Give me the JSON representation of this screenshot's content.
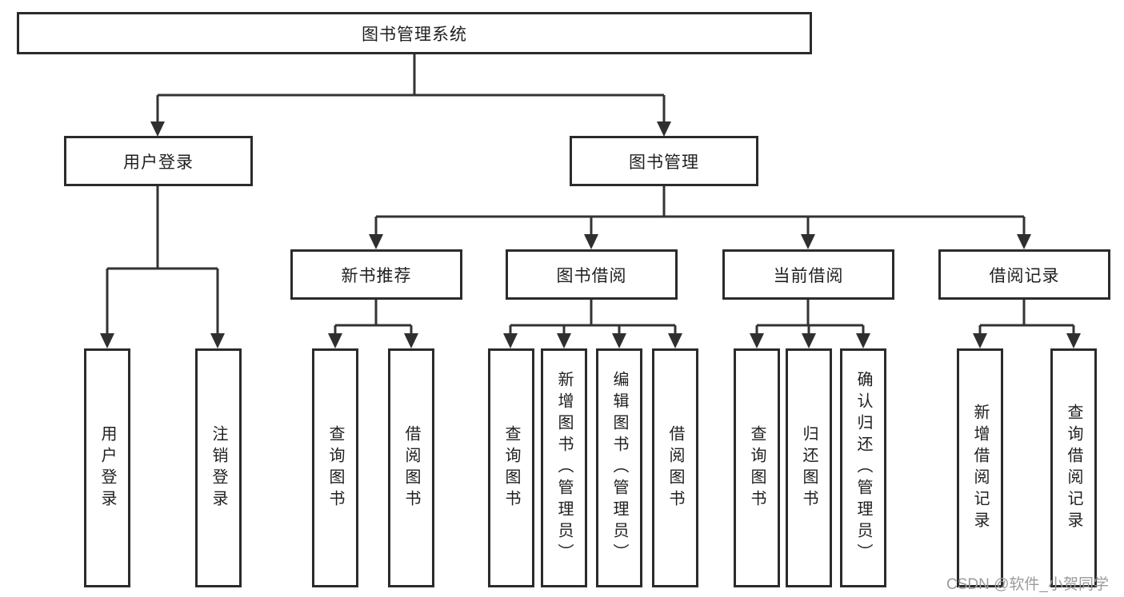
{
  "root": {
    "label": "图书管理系统"
  },
  "user_login": {
    "label": "用户登录",
    "children": [
      {
        "label": "用户登录"
      },
      {
        "label": "注销登录"
      }
    ]
  },
  "book_management": {
    "label": "图书管理",
    "children": [
      {
        "label": "新书推荐",
        "children": [
          {
            "label": "查询图书"
          },
          {
            "label": "借阅图书"
          }
        ]
      },
      {
        "label": "图书借阅",
        "children": [
          {
            "label": "查询图书"
          },
          {
            "label": "新增图书（管理员）"
          },
          {
            "label": "编辑图书（管理员）"
          },
          {
            "label": "借阅图书"
          }
        ]
      },
      {
        "label": "当前借阅",
        "children": [
          {
            "label": "查询图书"
          },
          {
            "label": "归还图书"
          },
          {
            "label": "确认归还（管理员）"
          }
        ]
      },
      {
        "label": "借阅记录",
        "children": [
          {
            "label": "新增借阅记录"
          },
          {
            "label": "查询借阅记录"
          }
        ]
      }
    ]
  },
  "watermark": "CSDN @软件_小贺同学",
  "colors": {
    "border": "#2b2b2b",
    "line": "#333333",
    "arrow": "#2f2f2f",
    "text": "#1f1f1f",
    "watermark_text": "#9b9b9f",
    "background": "#ffffff"
  }
}
